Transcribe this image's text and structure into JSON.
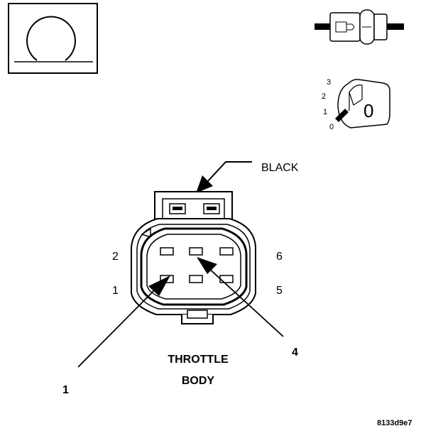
{
  "connector": {
    "wire_color": "BLACK",
    "component": [
      "THROTTLE",
      "BODY"
    ],
    "pin_numbers": {
      "top_left": "2",
      "bottom_left": "1",
      "top_right": "6",
      "bottom_right": "5"
    }
  },
  "callouts": {
    "left": "1",
    "right": "4"
  },
  "ignition_switch": {
    "positions": [
      "3",
      "2",
      "1",
      "0"
    ],
    "current": "0"
  },
  "figure_id": "8133d9e7"
}
